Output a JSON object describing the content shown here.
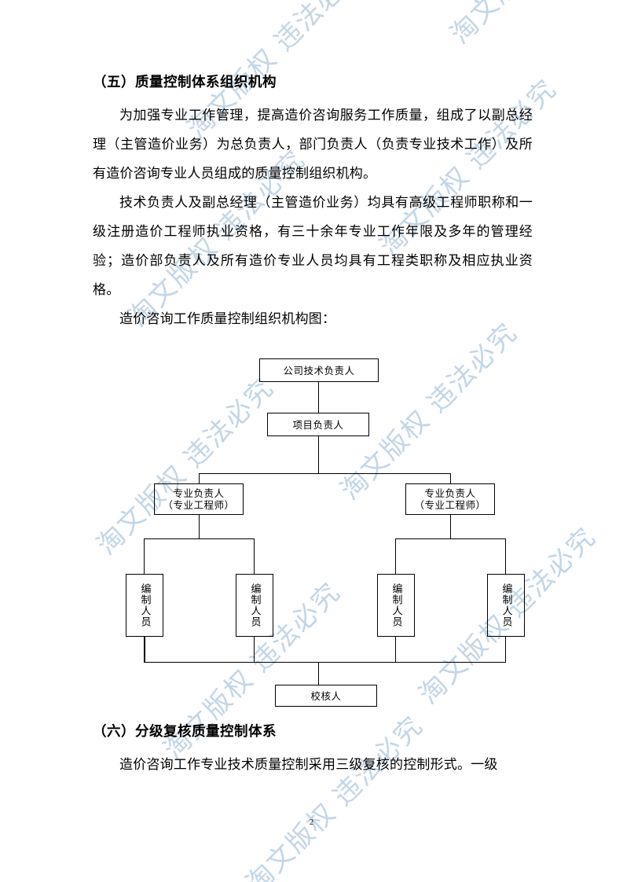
{
  "document": {
    "page_number": "2",
    "watermark_text": "淘文版权 违法必究"
  },
  "sections": [
    {
      "heading": "（五）质量控制体系组织机构",
      "paragraphs": [
        "为加强专业工作管理，提高造价咨询服务工作质量，组成了以副总经理（主管造价业务）为总负责人，部门负责人（负责专业技术工作）及所有造价咨询专业人员组成的质量控制组织机构。",
        "技术负责人及副总经理（主管造价业务）均具有高级工程师职称和一级注册造价工程师执业资格，有三十余年专业工作年限及多年的管理经验；造价部负责人及所有造价专业人员均具有工程类职称及相应执业资格。",
        "造价咨询工作质量控制组织机构图："
      ]
    },
    {
      "heading": "（六）分级复核质量控制体系",
      "paragraphs": [
        "造价咨询工作专业技术质量控制采用三级复核的控制形式。一级"
      ]
    }
  ],
  "org_chart": {
    "title": "造价咨询工作质量控制组织机构图",
    "nodes": {
      "company_tech_lead": "公司技术负责人",
      "project_lead": "项目负责人",
      "discipline_lead_left_line1": "专业负责人",
      "discipline_lead_left_line2": "（专业工程师）",
      "discipline_lead_right_line1": "专业负责人",
      "discipline_lead_right_line2": "（专业工程师）",
      "staff_1": "编制人员",
      "staff_2": "编制人员",
      "staff_3": "编制人员",
      "staff_4": "编制人员",
      "checker": "校核人"
    }
  },
  "colors": {
    "text": "#000000",
    "watermark": "#b9cfe3",
    "page_background": "#ffffff"
  }
}
